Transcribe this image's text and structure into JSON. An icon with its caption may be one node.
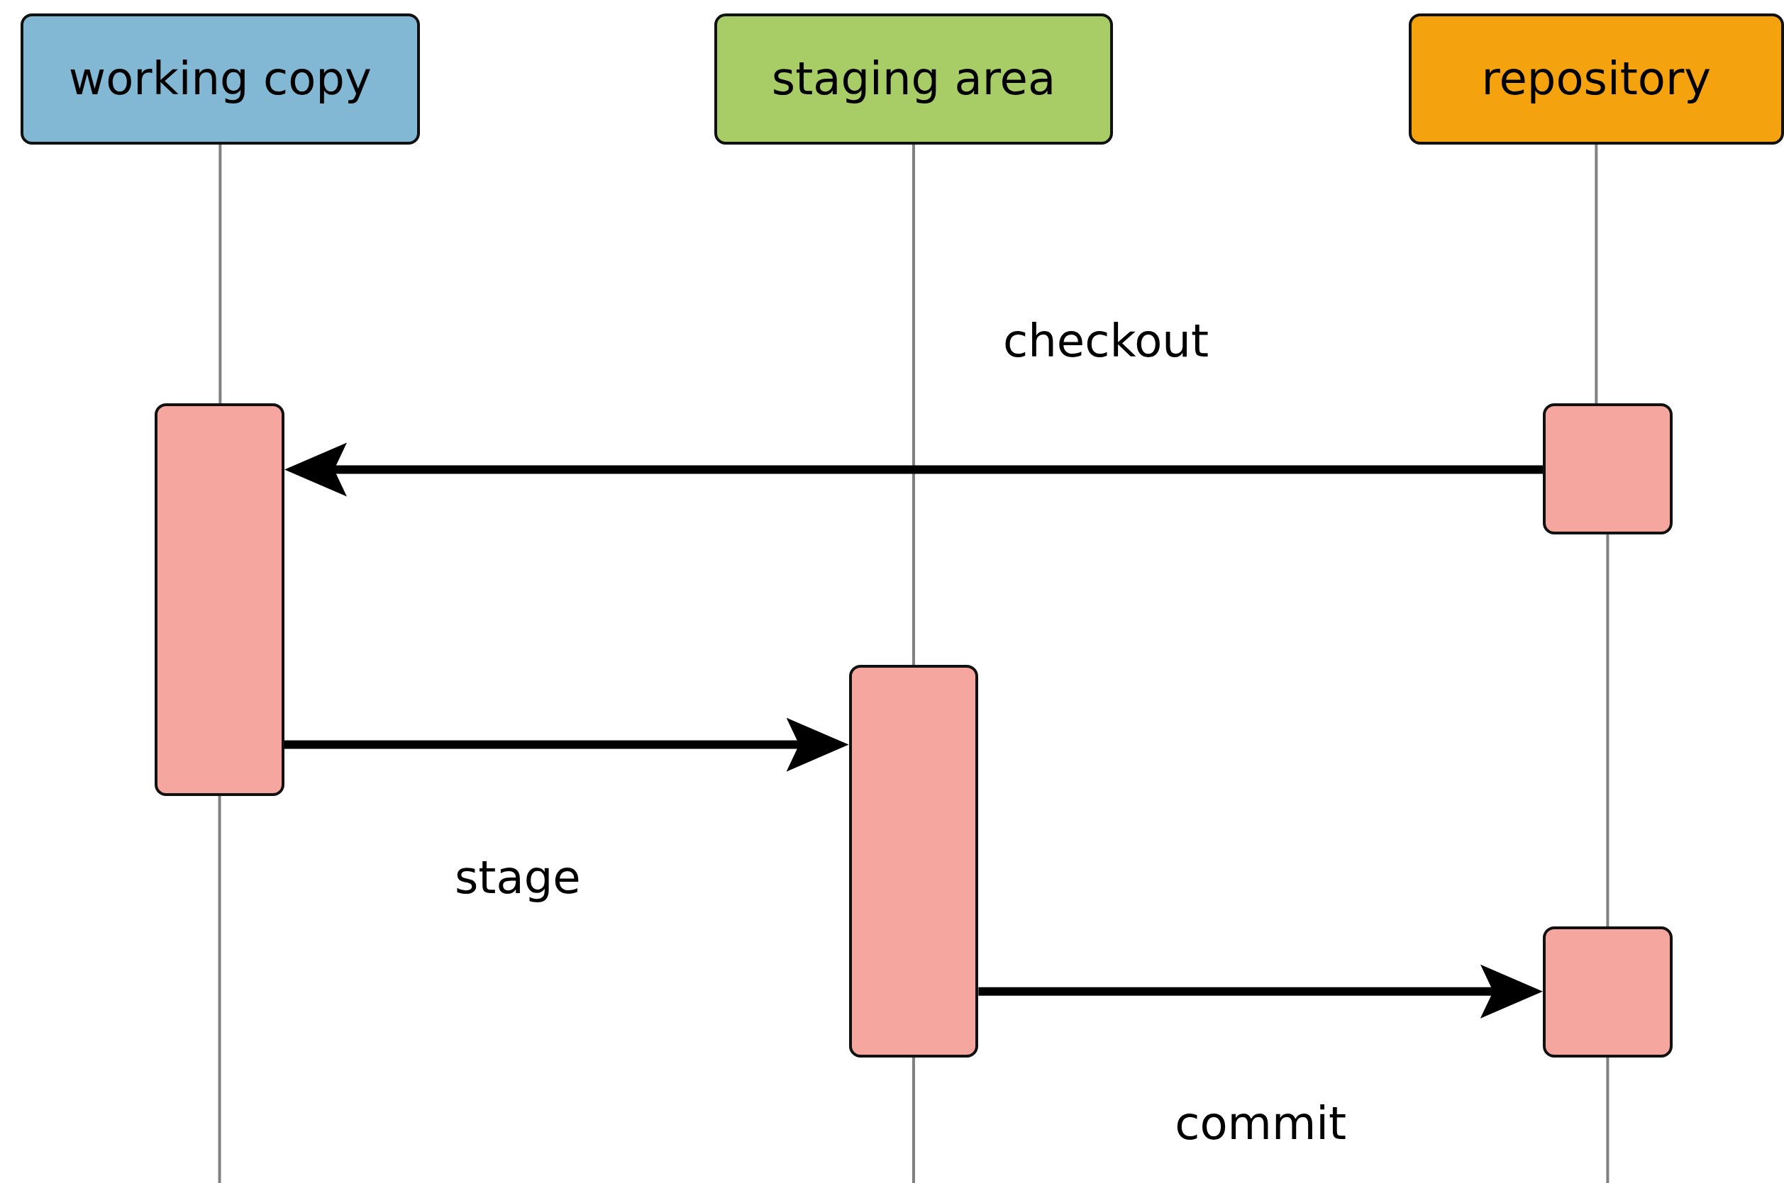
{
  "diagram": {
    "nodes": [
      {
        "text": [
          "working copy"
        ]
      },
      {
        "text": [
          "staging area"
        ]
      },
      {
        "text": [
          "repository"
        ]
      },
      {
        "text": [],
        "shape": "bar"
      },
      {
        "text": [],
        "shape": "bar"
      },
      {
        "text": [],
        "shape": "bar"
      },
      {
        "text": [],
        "shape": "bar"
      }
    ],
    "edges": [
      {
        "from": 0,
        "to": 3,
        "arrow": "none"
      },
      {
        "from": 3,
        "to": null,
        "arrow": "none"
      },
      {
        "from": 1,
        "to": 5,
        "arrow": "none"
      },
      {
        "from": 5,
        "to": null,
        "arrow": "none"
      },
      {
        "from": 2,
        "to": 4,
        "arrow": "none"
      },
      {
        "from": 4,
        "to": 6,
        "arrow": "none"
      },
      {
        "from": 6,
        "to": null,
        "arrow": "none"
      },
      {
        "from": 4,
        "to": 3,
        "arrow": "to",
        "label": "checkout",
        "style": "thick",
        "color": "#000000"
      },
      {
        "from": 3,
        "to": 5,
        "arrow": "to",
        "label": "stage",
        "style": "thick",
        "color": "#000000"
      },
      {
        "from": 5,
        "to": 6,
        "arrow": "to",
        "label": "commit",
        "style": "thick",
        "color": "#000000"
      }
    ]
  }
}
